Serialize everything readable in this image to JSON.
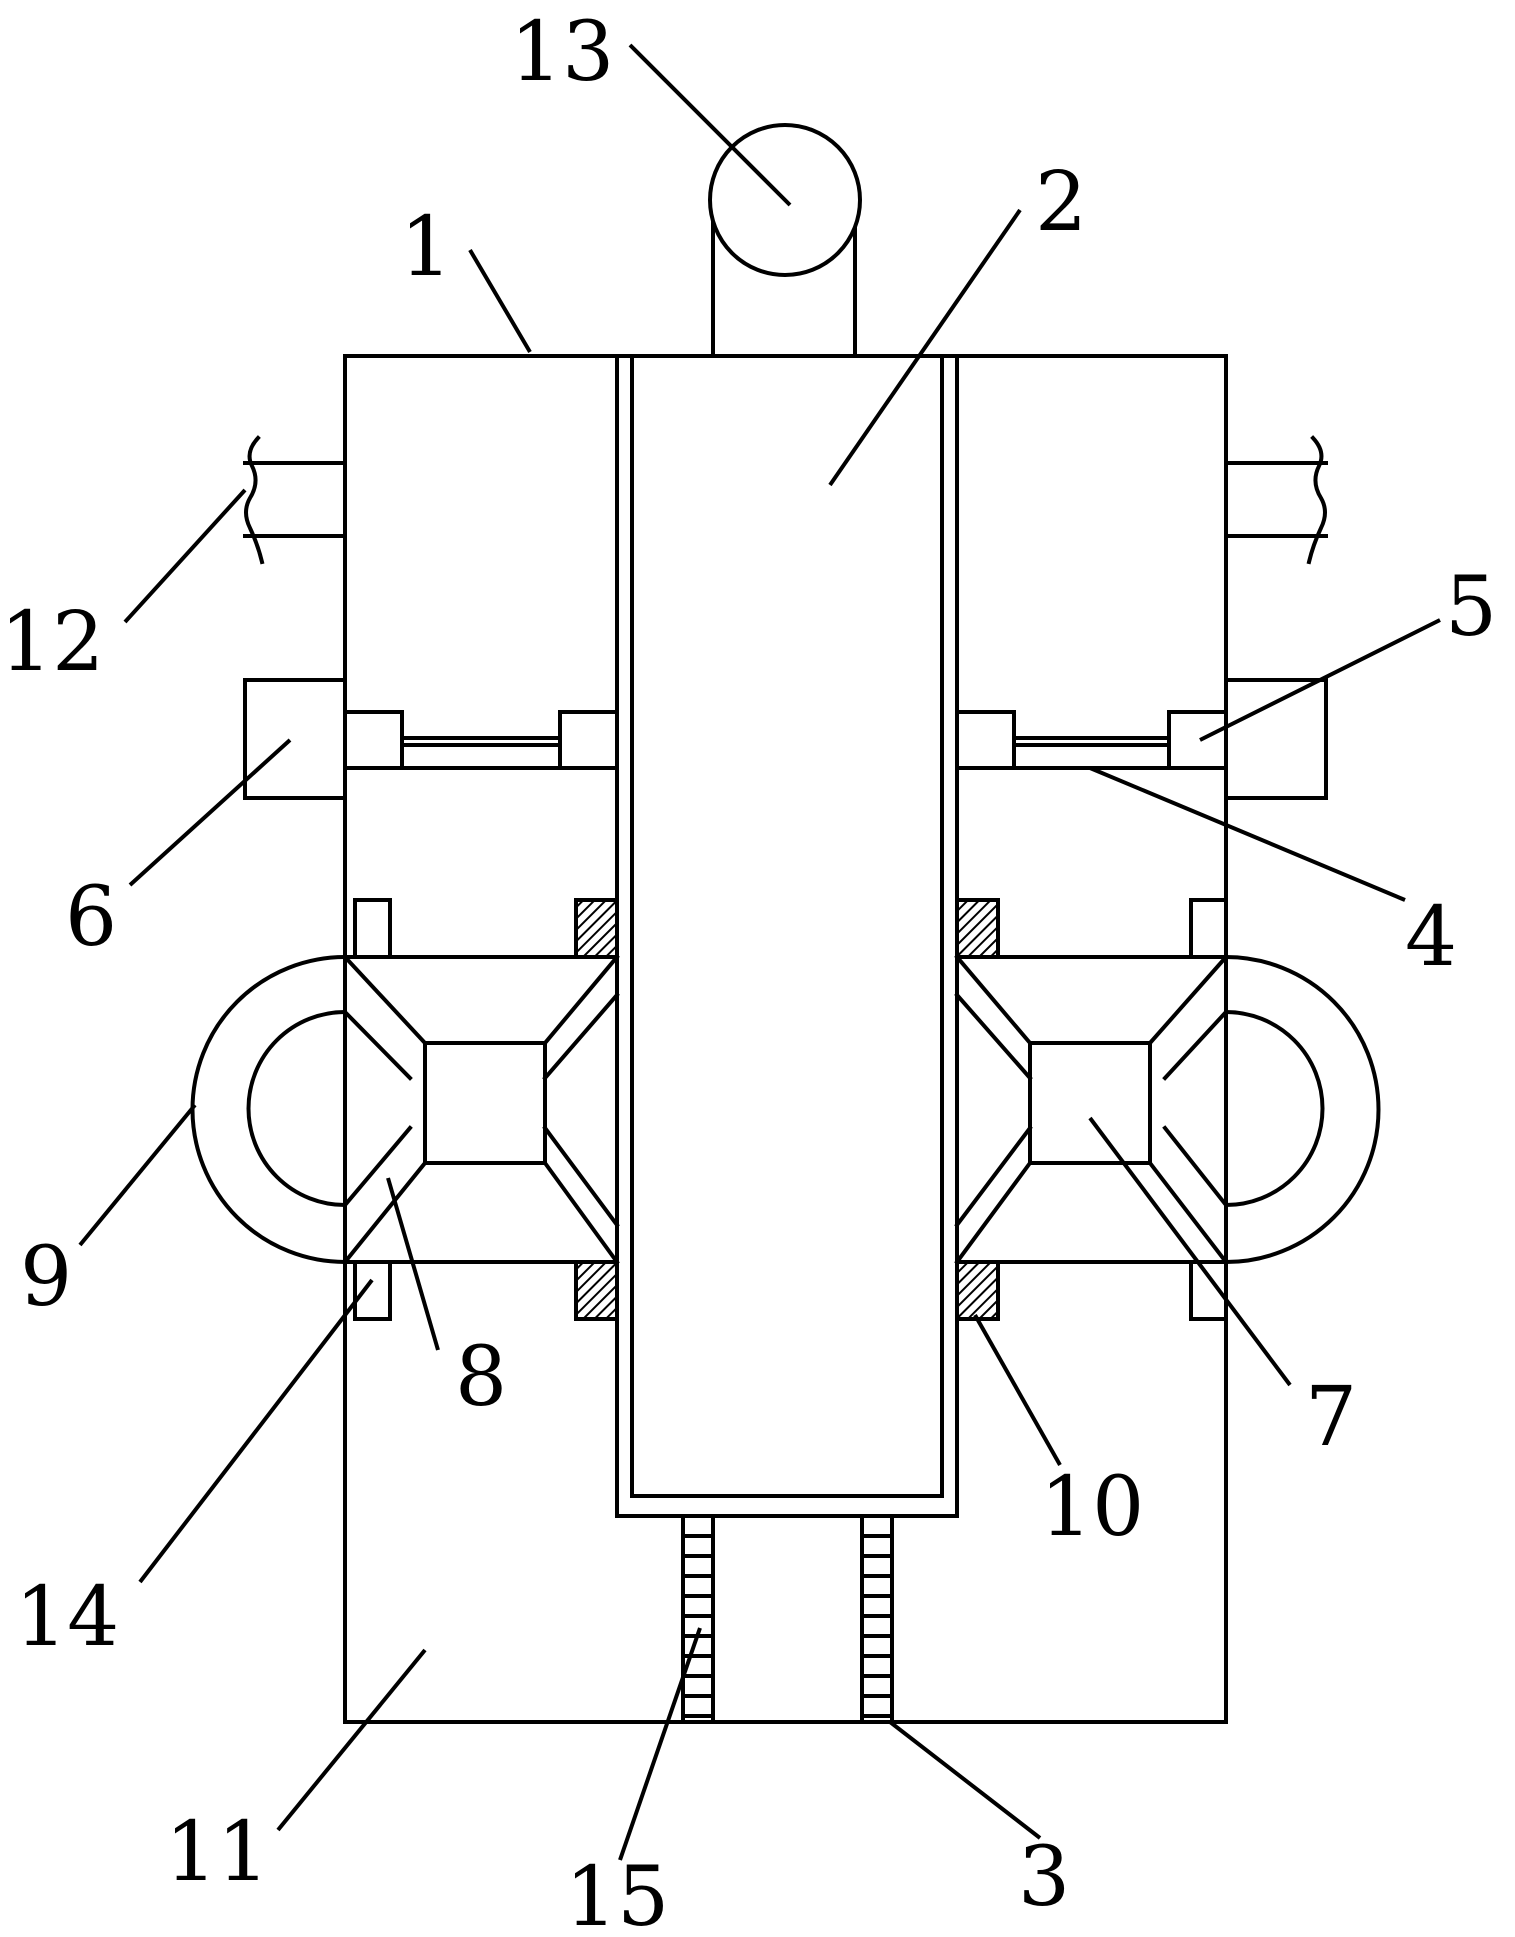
{
  "figure": {
    "labels": [
      "1",
      "2",
      "3",
      "4",
      "5",
      "6",
      "7",
      "8",
      "9",
      "10",
      "11",
      "12",
      "13",
      "14",
      "15"
    ]
  }
}
